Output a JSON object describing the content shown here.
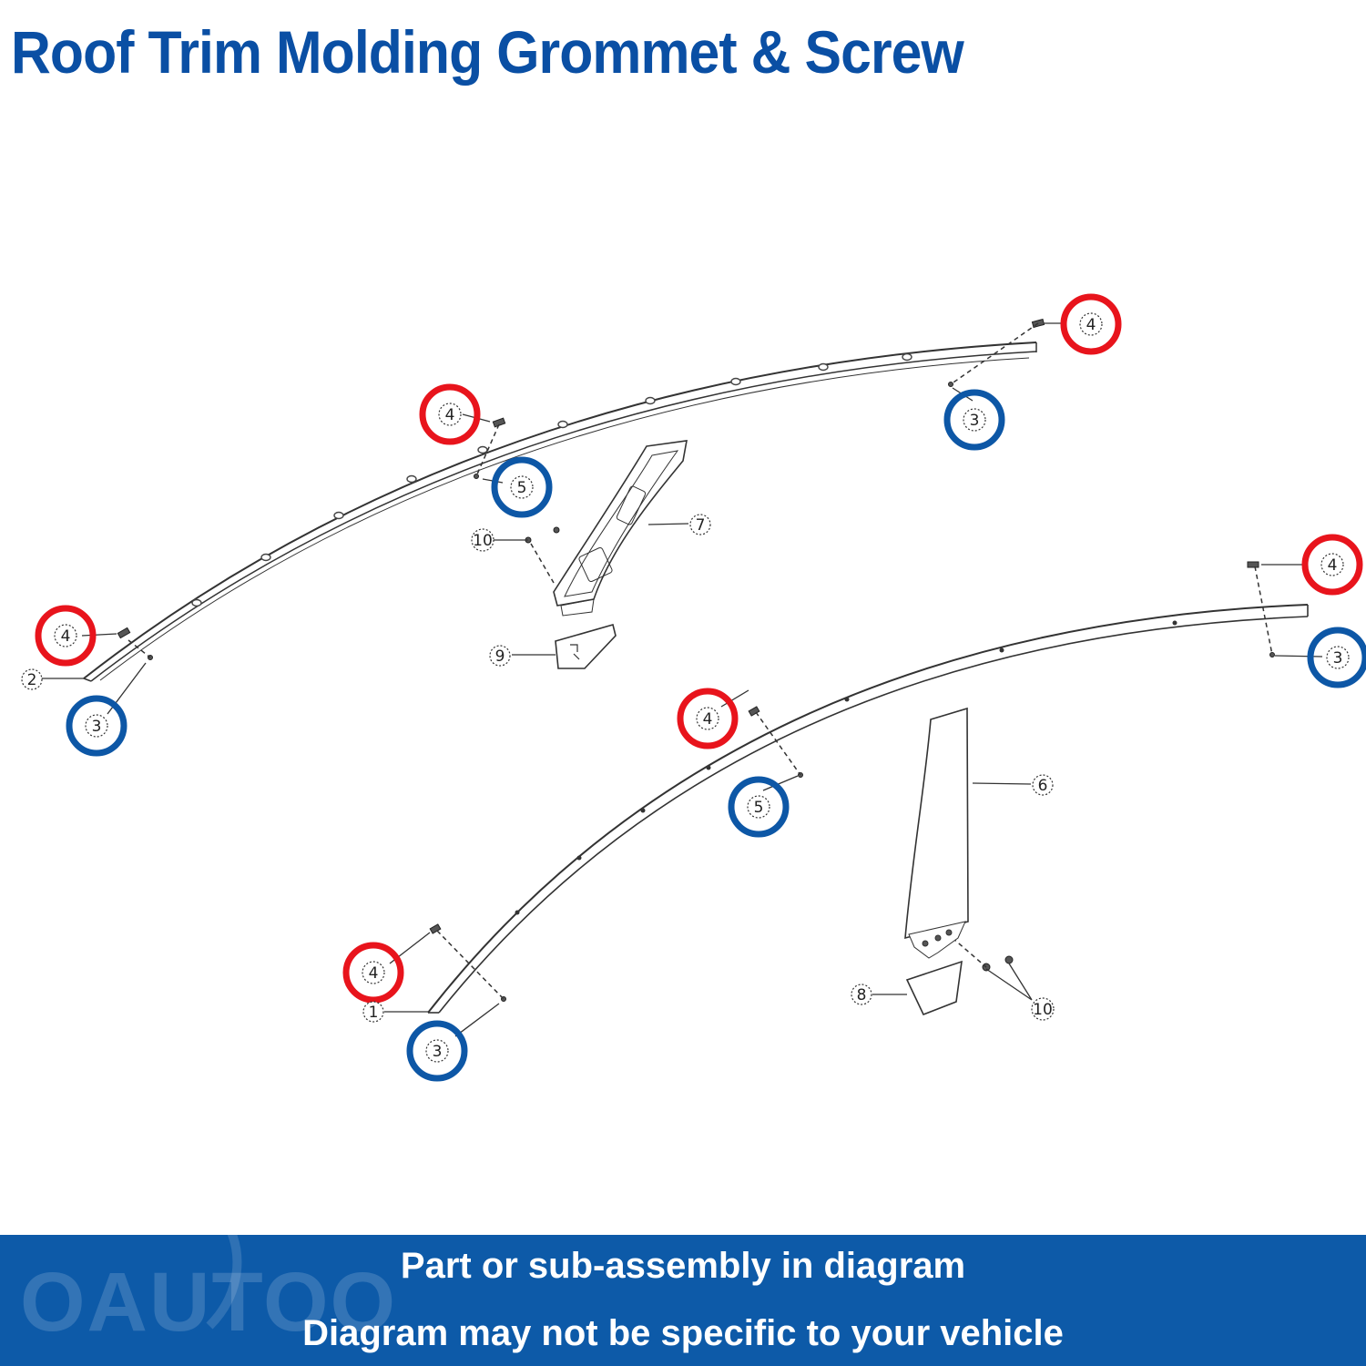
{
  "title": "Roof Trim Molding Grommet & Screw",
  "banner": {
    "line1": "Part or sub-assembly in diagram",
    "line2": "Diagram may not be specific to your vehicle"
  },
  "watermark": "OAUTOO",
  "colors": {
    "title": "#0a4fa4",
    "banner_bg": "#0d5aa8",
    "highlight_red": "#e8141c",
    "highlight_blue": "#0d57a6"
  },
  "callouts": {
    "n1": "1",
    "n2": "2",
    "n3": "3",
    "n4": "4",
    "n5": "5",
    "n6": "6",
    "n7": "7",
    "n8": "8",
    "n9": "9",
    "n10": "10"
  }
}
